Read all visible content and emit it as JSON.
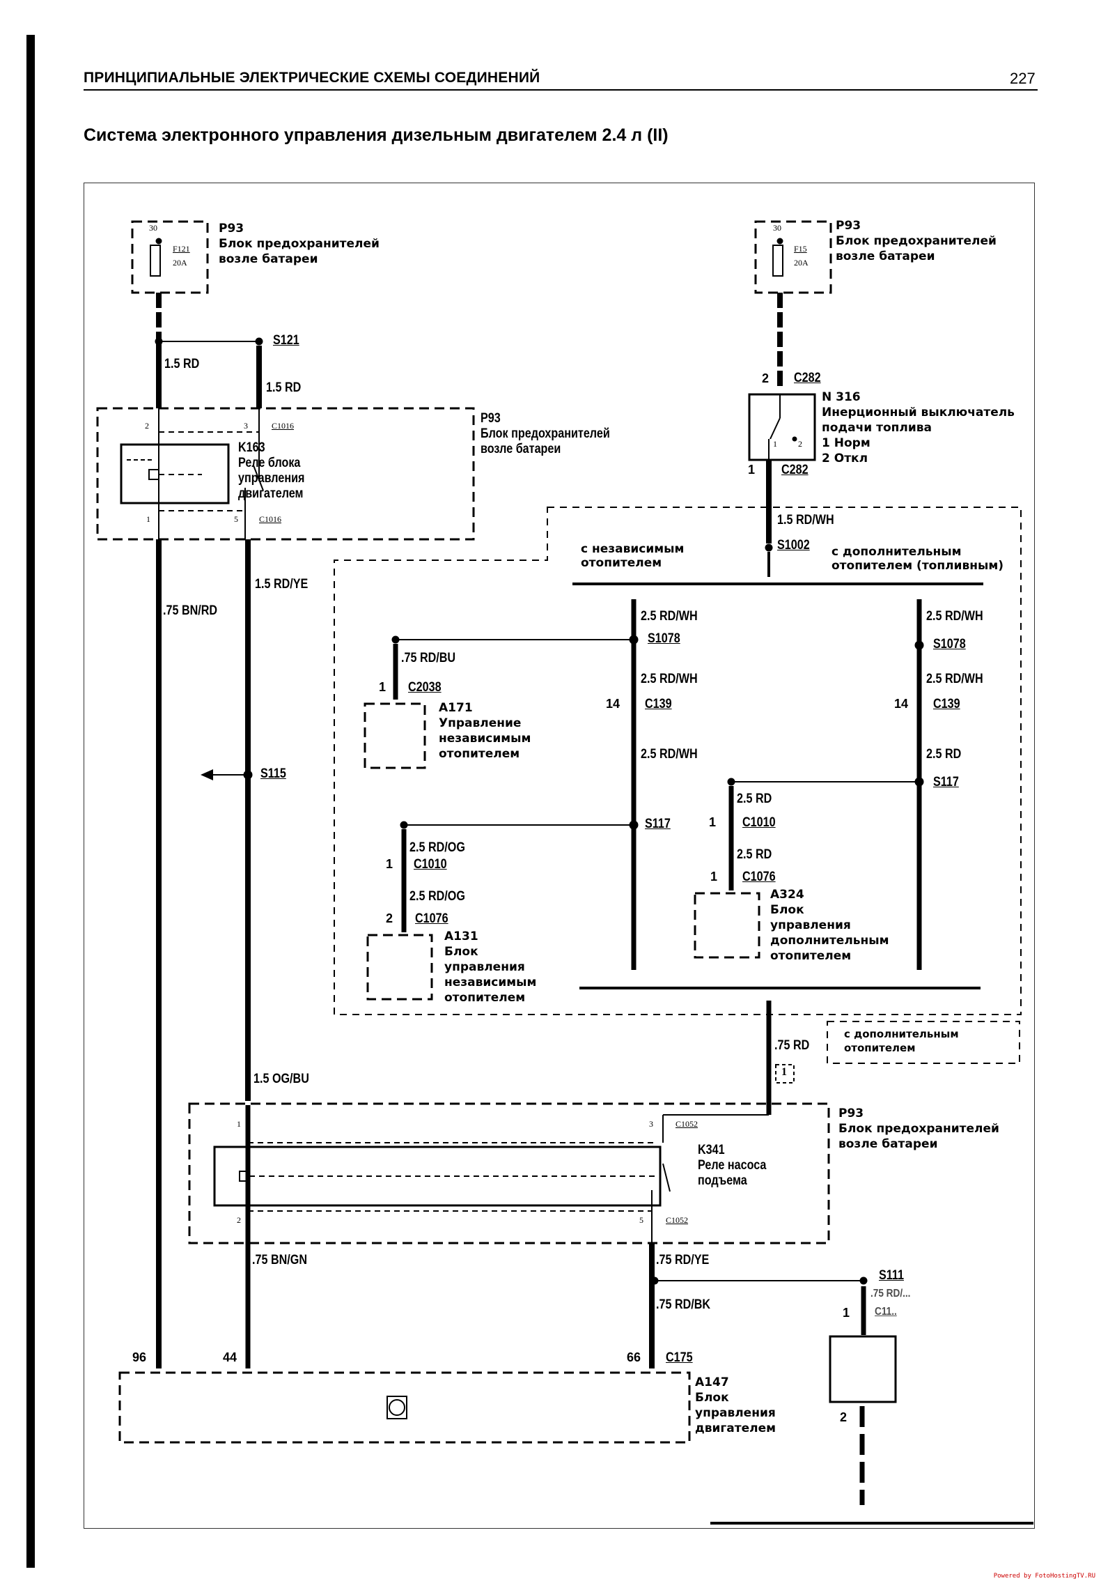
{
  "page": {
    "section_header": "ПРИНЦИПИАЛЬНЫЕ ЭЛЕКТРИЧЕСКИЕ СХЕМЫ СОЕДИНЕНИЙ",
    "page_number": "227",
    "title": "Система электронного управления дизельным двигателем 2.4 л (II)",
    "watermark": "Powered by FotoHostingTV.RU"
  },
  "components": {
    "p93_left_fuse": {
      "id": "P93",
      "desc1": "Блок предохранителей",
      "desc2": "возле батареи",
      "terminal": "30",
      "fuse": "F121",
      "rating": "20A"
    },
    "p93_right_fuse": {
      "id": "P93",
      "desc1": "Блок предохранителей",
      "desc2": "возле батареи",
      "terminal": "30",
      "fuse": "F15",
      "rating": "20A"
    },
    "p93_k163": {
      "id": "P93",
      "desc1": "Блок предохранителей",
      "desc2": "возле батареи"
    },
    "k163": {
      "id": "K163",
      "desc1": "Реле блока",
      "desc2": "управления",
      "desc3": "двигателем",
      "pin2": "2",
      "pin3": "3",
      "pin1": "1",
      "pin5": "5",
      "conn_top": "C1016",
      "conn_bottom": "C1016"
    },
    "n316": {
      "id": "N 316",
      "desc1": "Инерционный выключатель",
      "desc2": "подачи топлива",
      "state1": "1 Норм",
      "state2": "2 Откл",
      "pin_top": "2",
      "conn_top": "C282",
      "pin_bottom": "1",
      "conn_bottom": "C282",
      "sw1": "1",
      "sw2": "2"
    },
    "a171": {
      "id": "A171",
      "desc1": "Управление",
      "desc2": "независимым",
      "desc3": "отопителем",
      "pin": "1",
      "conn": "C2038"
    },
    "a131": {
      "id": "A131",
      "desc1": "Блок",
      "desc2": "управления",
      "desc3": "независимым",
      "desc4": "отопителем"
    },
    "a324": {
      "id": "A324",
      "desc1": "Блок",
      "desc2": "управления",
      "desc3": "дополнительным",
      "desc4": "отопителем"
    },
    "k341": {
      "id": "K341",
      "desc1": "Реле насоса",
      "desc2": "подъема",
      "pin1": "1",
      "pin3": "3",
      "pin2": "2",
      "pin5": "5",
      "conn_top": "C1052",
      "conn_bottom": "C1052"
    },
    "p93_k341": {
      "id": "P93",
      "desc1": "Блок предохранителей",
      "desc2": "возле батареи"
    },
    "a147": {
      "id": "A147",
      "desc1": "Блок",
      "desc2": "управления",
      "desc3": "двигателем",
      "pin96": "96",
      "pin44": "44",
      "pin66": "66",
      "conn": "C175"
    }
  },
  "options": {
    "independent_heater": "с независимым\nотопителем",
    "independent_heater_l1": "с независимым",
    "independent_heater_l2": "отопителем",
    "aux_heater_fuel_l1": "с дополнительным",
    "aux_heater_fuel_l2": "отопителем (топливным)",
    "aux_heater_l1": "с дополнительным",
    "aux_heater_l2": "отопителем"
  },
  "wires": {
    "w_1_5rd_a": "1.5 RD",
    "w_1_5rd_b": "1.5 RD",
    "w_075bnrd": ".75 BN/RD",
    "w_15rdye": "1.5 RD/YE",
    "w_15rdwh": "1.5 RD/WH",
    "w_25rdwh_l1": "2.5 RD/WH",
    "w_25rdwh_l2": "2.5 RD/WH",
    "w_25rdwh_l3": "2.5 RD/WH",
    "w_25rdwh_r1": "2.5 RD/WH",
    "w_25rdwh_r2": "2.5 RD/WH",
    "w_25rd_r3": "2.5 RD",
    "w_075rdbu": ".75 RD/BU",
    "w_25rdog_1": "2.5 RD/OG",
    "w_25rdog_2": "2.5 RD/OG",
    "w_25rd_a": "2.5 RD",
    "w_25rd_b": "2.5 RD",
    "w_075rd": ".75 RD",
    "w_15ogbu": "1.5 OG/BU",
    "w_075bngn": ".75 BN/GN",
    "w_075rdye": ".75 RD/YE",
    "w_075rdbk": ".75 RD/BK",
    "w_075_partial": ".75 RD/..."
  },
  "splices": {
    "s121": "S121",
    "s115": "S115",
    "s1002": "S1002",
    "s1078_l": "S1078",
    "s1078_r": "S1078",
    "s117_l": "S117",
    "s117_r": "S117",
    "s111": "S111"
  },
  "connectors": {
    "c139_l": {
      "pin": "14",
      "name": "C139"
    },
    "c139_r": {
      "pin": "14",
      "name": "C139"
    },
    "c1010_l": {
      "pin": "1",
      "name": "C1010"
    },
    "c1076_l": {
      "pin": "2",
      "name": "C1076"
    },
    "c1010_r": {
      "pin": "1",
      "name": "C1010"
    },
    "c1076_r": {
      "pin": "1",
      "name": "C1076"
    },
    "box_1": "1",
    "c1171_partial": {
      "pin": "1",
      "name": "C11.."
    },
    "partial_bottom": {
      "pin": "2"
    }
  }
}
